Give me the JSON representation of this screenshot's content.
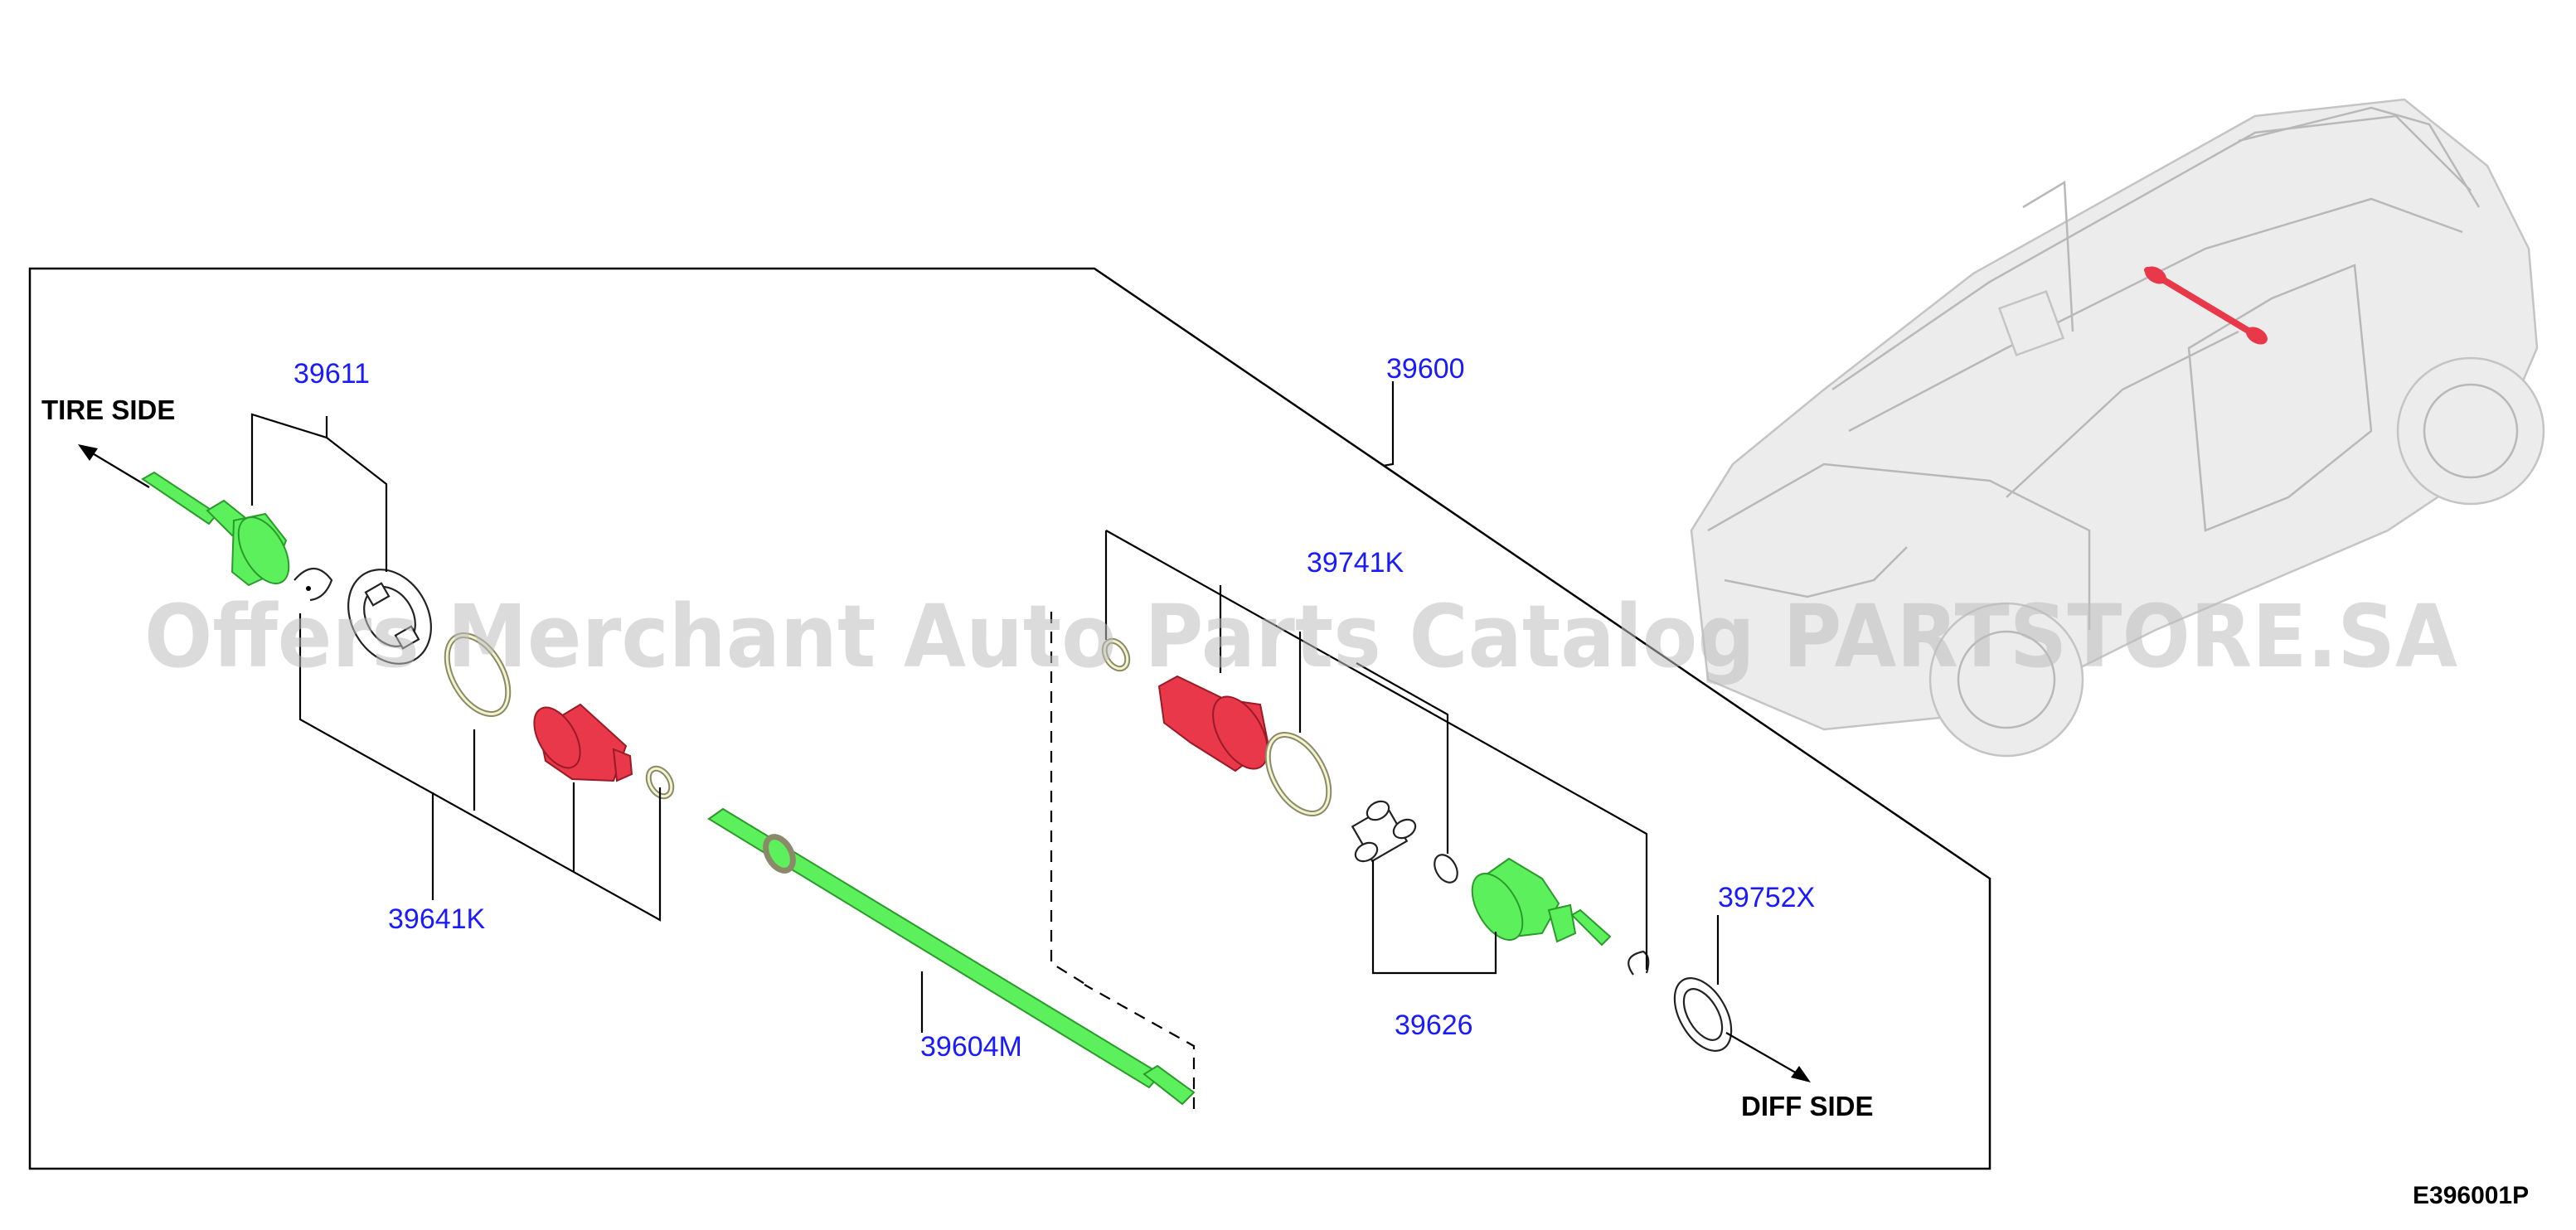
{
  "parts": [
    {
      "id": "part-39611",
      "number": "39611"
    },
    {
      "id": "part-39600",
      "number": "39600"
    },
    {
      "id": "part-39741K",
      "number": "39741K"
    },
    {
      "id": "part-39641K",
      "number": "39641K"
    },
    {
      "id": "part-39752X",
      "number": "39752X"
    },
    {
      "id": "part-39626",
      "number": "39626"
    },
    {
      "id": "part-39604M",
      "number": "39604M"
    }
  ],
  "labels": {
    "tire_side": "TIRE SIDE",
    "diff_side": "DIFF SIDE",
    "diagram_ref": "E396001P"
  },
  "watermark": "Offers Merchant Auto Parts Catalog PARTSTORE.SA",
  "colors": {
    "part_number": "#1a1aff",
    "highlight_green": "#5df05d",
    "highlight_red": "#e8384a",
    "line": "#000000",
    "watermark": "#bdbdbd"
  }
}
